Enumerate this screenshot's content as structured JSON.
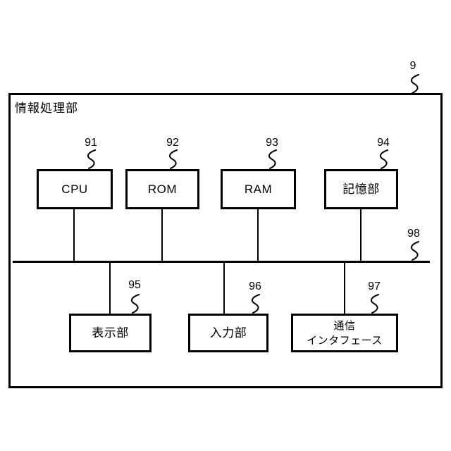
{
  "figure": {
    "container": {
      "label": "情報処理部",
      "ref": "9"
    },
    "bus": {
      "ref": "98"
    },
    "top_row": [
      {
        "id": "cpu",
        "label": "CPU",
        "ref": "91"
      },
      {
        "id": "rom",
        "label": "ROM",
        "ref": "92"
      },
      {
        "id": "ram",
        "label": "RAM",
        "ref": "93"
      },
      {
        "id": "storage",
        "label": "記憶部",
        "ref": "94"
      }
    ],
    "bottom_row": [
      {
        "id": "display",
        "label": "表示部",
        "ref": "95"
      },
      {
        "id": "input",
        "label": "入力部",
        "ref": "96"
      },
      {
        "id": "comm-interface",
        "label": "通信\nインタフェース",
        "ref": "97"
      }
    ],
    "colors": {
      "line": "#000000",
      "background": "#ffffff",
      "text": "#000000"
    }
  }
}
